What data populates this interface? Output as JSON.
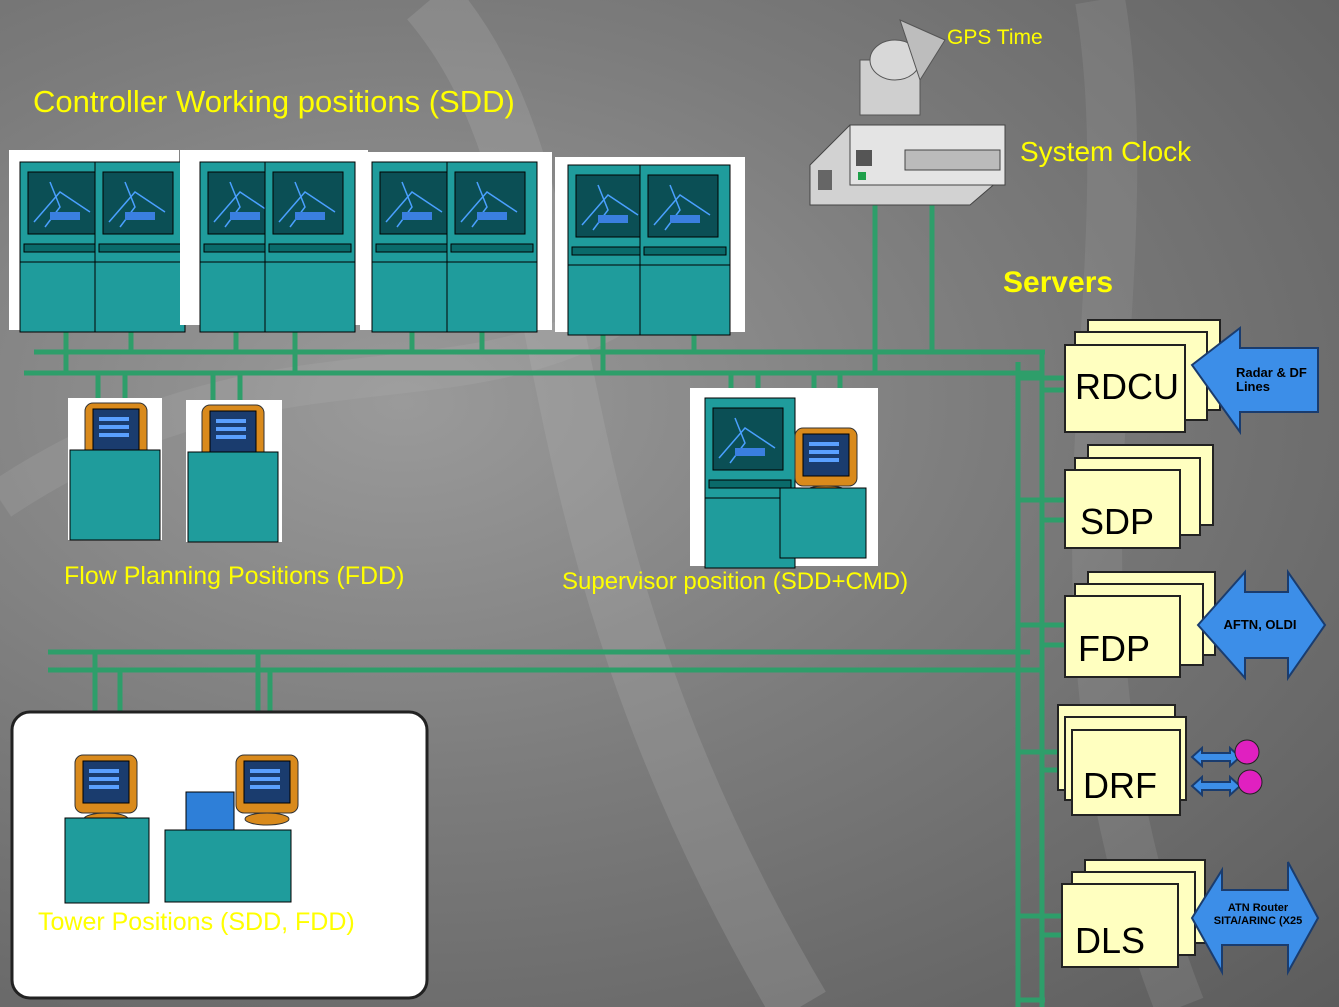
{
  "labels": {
    "controller_positions": "Controller Working positions (SDD)",
    "flow_planning": "Flow Planning Positions (FDD)",
    "supervisor": "Supervisor  position (SDD+CMD)",
    "tower": "Tower  Positions (SDD, FDD)",
    "gps_time": "GPS Time",
    "system_clock": "System Clock",
    "servers": "Servers"
  },
  "servers": [
    {
      "name": "RDCU"
    },
    {
      "name": "SDP"
    },
    {
      "name": "FDP"
    },
    {
      "name": "DRF"
    },
    {
      "name": "DLS"
    }
  ],
  "external_links": {
    "radar": "Radar & DF Lines",
    "aftn": "AFTN, OLDI",
    "atn_line1": "ATN Router",
    "atn_line2": "SITA/ARINC (X25"
  },
  "colors": {
    "network_line": "#2e9e6a",
    "label_yellow": "#ffff00",
    "server_fill": "#ffffc0",
    "arrow_blue": "#3c8ee8",
    "console_teal": "#1e8f8f"
  }
}
